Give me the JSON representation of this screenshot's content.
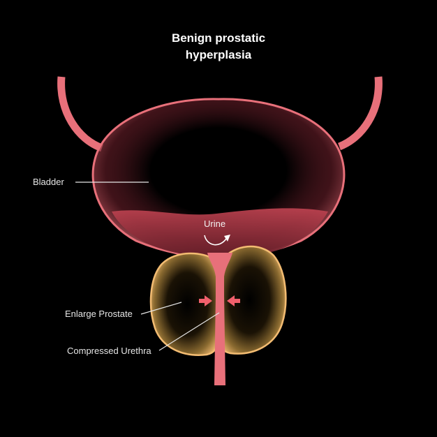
{
  "title": {
    "line1": "Benign prostatic",
    "line2": "hyperplasia"
  },
  "labels": {
    "bladder": "Bladder",
    "urine": "Urine",
    "prostate": "Enlarge Prostate",
    "urethra": "Compressed Urethra"
  },
  "colors": {
    "background": "#000000",
    "bladder": "#e8707a",
    "prostate": "#f3bc72",
    "arrow": "#f0606c",
    "text": "#ffffff"
  }
}
